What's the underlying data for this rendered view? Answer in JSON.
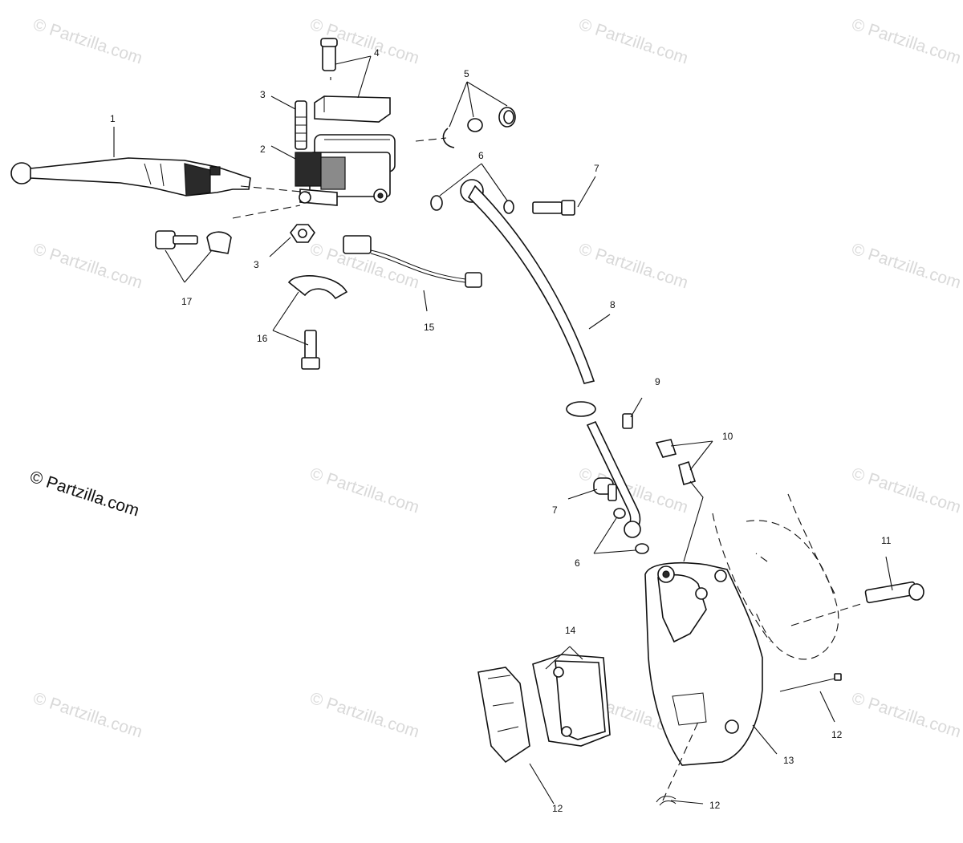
{
  "watermark_text": "© Partzilla.com",
  "copyright_text": "© Partzilla.com",
  "callouts": [
    "1",
    "2",
    "3",
    "3",
    "4",
    "5",
    "6",
    "7",
    "8",
    "9",
    "10",
    "11",
    "12",
    "12",
    "12",
    "13",
    "14",
    "15",
    "16",
    "17",
    "7",
    "6"
  ]
}
